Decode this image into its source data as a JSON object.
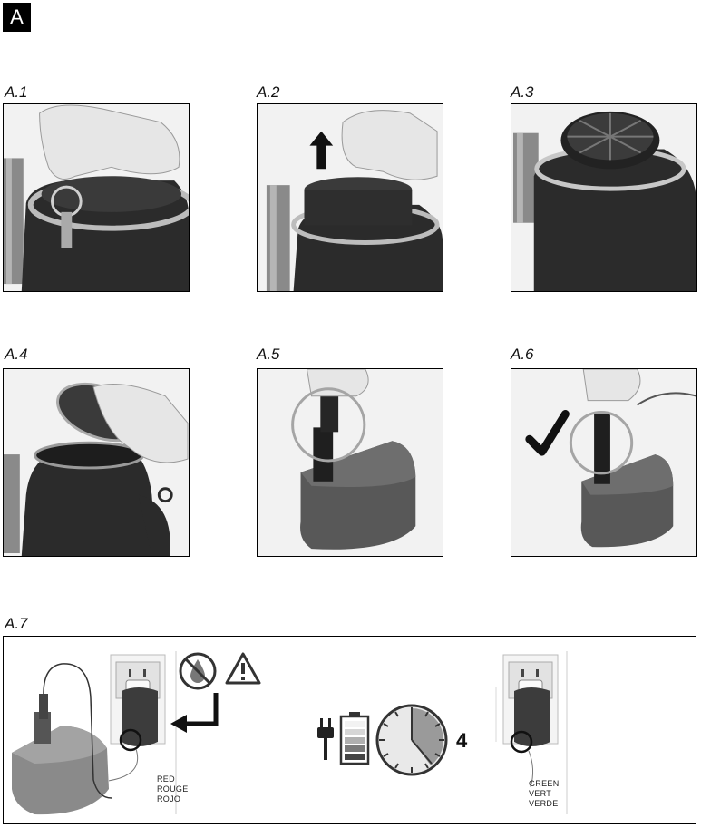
{
  "section": {
    "letter": "A"
  },
  "steps": [
    {
      "id": "A.1",
      "label": "A.1"
    },
    {
      "id": "A.2",
      "label": "A.2"
    },
    {
      "id": "A.3",
      "label": "A.3"
    },
    {
      "id": "A.4",
      "label": "A.4"
    },
    {
      "id": "A.5",
      "label": "A.5"
    },
    {
      "id": "A.6",
      "label": "A.6"
    },
    {
      "id": "A.7",
      "label": "A.7"
    }
  ],
  "charging": {
    "hours": "4",
    "red_label": [
      "RED",
      "ROUGE",
      "ROJO"
    ],
    "green_label": [
      "GREEN",
      "VERT",
      "VERDE"
    ]
  },
  "icons": [
    "arrow-up-icon",
    "checkmark-icon",
    "no-water-icon",
    "warning-icon",
    "arrow-left-icon",
    "plug-icon",
    "battery-icon",
    "clock-icon"
  ],
  "colors": {
    "ink": "#000000",
    "photo_dark": "#2b2b2b",
    "photo_mid": "#6e6e6e",
    "photo_light": "#d9d9d9"
  }
}
